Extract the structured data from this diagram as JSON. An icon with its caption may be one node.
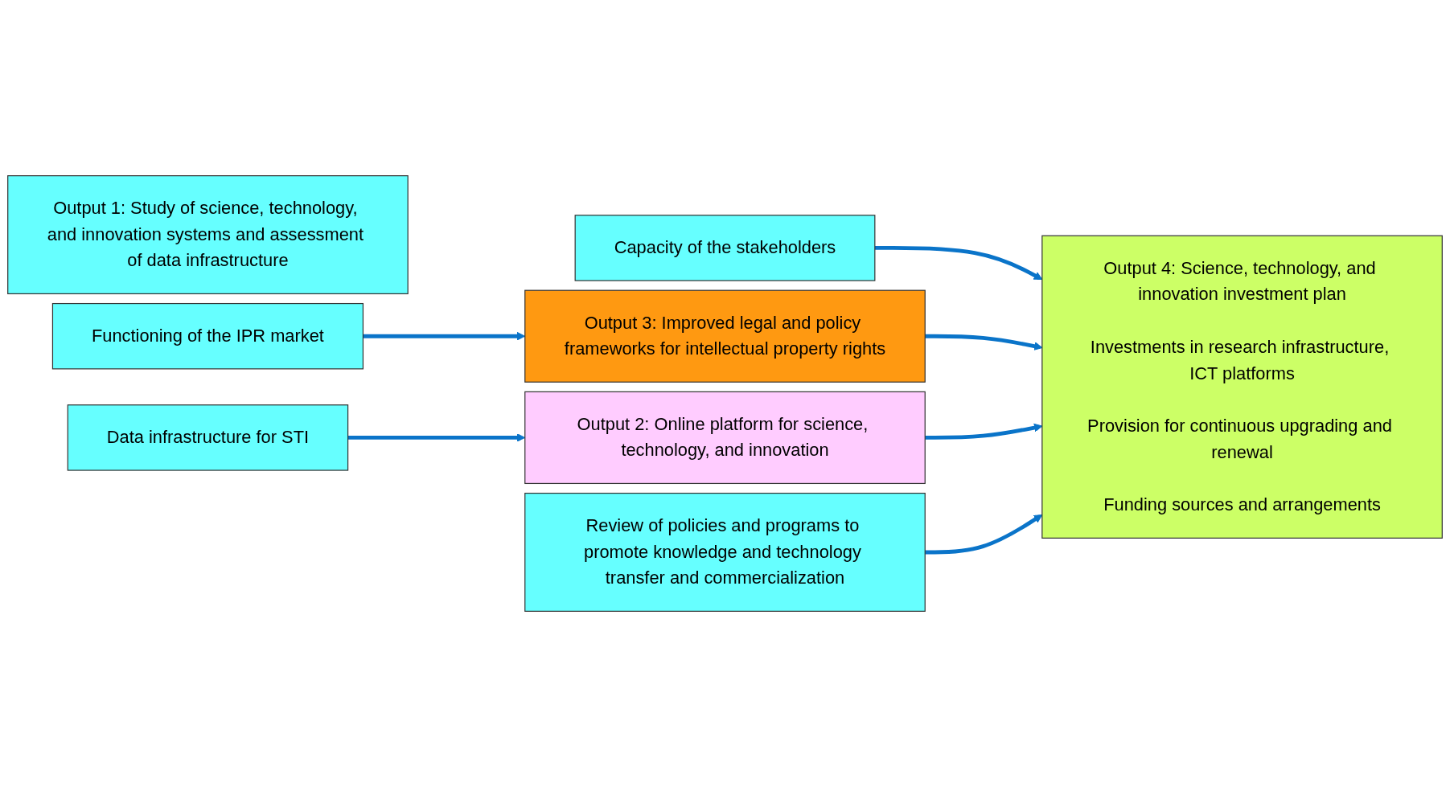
{
  "diagram": {
    "nodes": [
      {
        "text": [
          "Output 1: Study of science, technology, and innovation systems and assessment of data infrastructure"
        ]
      },
      {
        "text": [
          "Capacity of the stakeholders"
        ]
      },
      {
        "text": [
          "Functioning of the IPR market"
        ]
      },
      {
        "text": [
          "Data infrastructure for STI"
        ]
      },
      {
        "text": [
          "Review of policies and programs to promote knowledge and technology transfer and commercialization"
        ]
      },
      {
        "text": [
          "Output 3: Improved legal and policy frameworks for intellectual property rights"
        ]
      },
      {
        "text": [
          "Output 2: Online platform for science, technology, and innovation"
        ]
      },
      {
        "text": [
          "Output 4: Science, technology, and innovation investment plan",
          "Investments in research infrastructure, ICT platforms",
          "Provision for continuous upgrading and renewal",
          "Funding sources and arrangements"
        ]
      }
    ],
    "edges": [
      {
        "from": 1,
        "to": 7,
        "arrow": "to"
      },
      {
        "from": 2,
        "to": 5,
        "arrow": "to"
      },
      {
        "from": 5,
        "to": 7,
        "arrow": "to"
      },
      {
        "from": 3,
        "to": 6,
        "arrow": "to"
      },
      {
        "from": 6,
        "to": 7,
        "arrow": "to"
      },
      {
        "from": 4,
        "to": 7,
        "arrow": "to"
      }
    ]
  }
}
